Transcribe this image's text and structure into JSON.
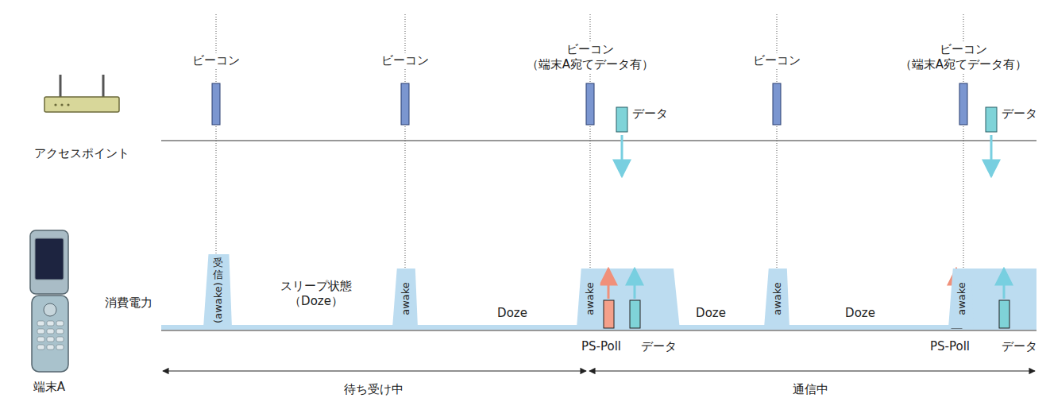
{
  "diagram": {
    "nodes": [
      {
        "text": [
          "受信",
          "(awake)"
        ]
      },
      {
        "text": [
          "awake"
        ]
      },
      {
        "text": [
          "awake"
        ]
      },
      {
        "text": [
          "awake"
        ]
      },
      {
        "text": [
          "awake"
        ]
      }
    ],
    "labels": [
      "ビーコン",
      "ビーコン",
      "ビーコン （端末A宛てデータ有）",
      "ビーコン",
      "ビーコン （端末A宛てデータ有）",
      "データ",
      "データ",
      "アクセスポイント",
      "消費電力",
      "スリープ状態 （Doze）",
      "Doze",
      "Doze",
      "Doze",
      "PS-Poll",
      "データ",
      "PS-Poll",
      "データ",
      "端末A",
      "待ち受け中",
      "通信中"
    ]
  }
}
